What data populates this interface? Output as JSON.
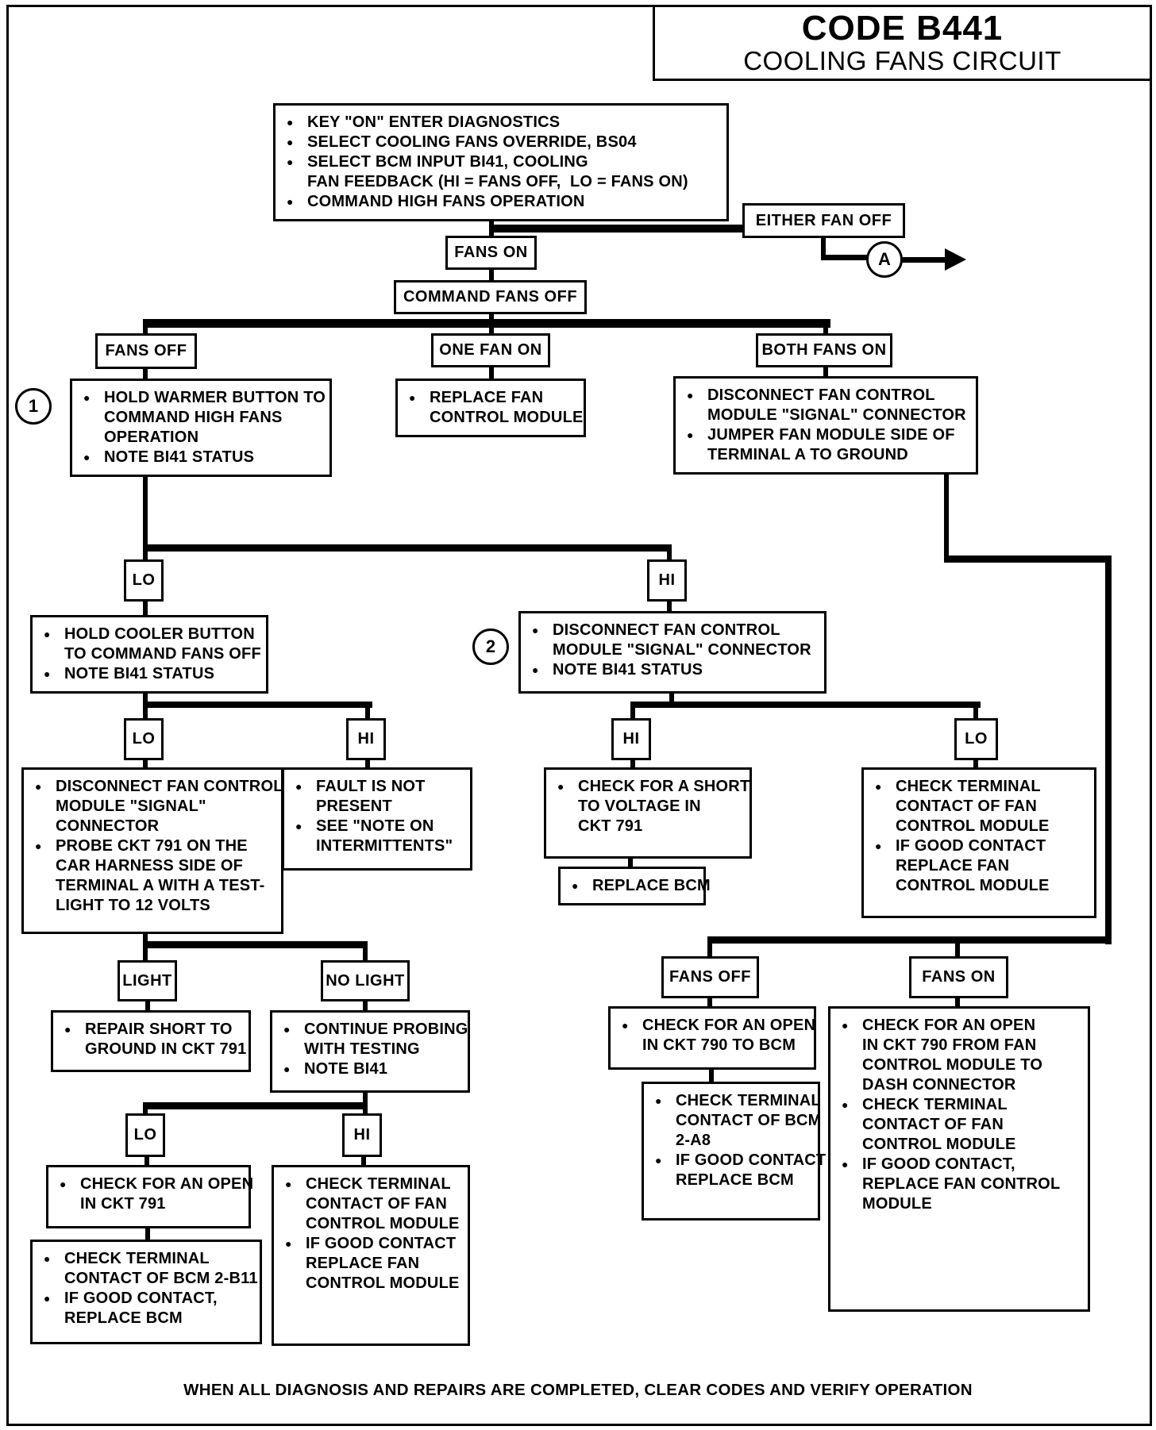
{
  "title": {
    "code": "CODE B441",
    "subtitle": "COOLING FANS CIRCUIT"
  },
  "footer": "WHEN ALL DIAGNOSIS AND REPAIRS ARE COMPLETED, CLEAR CODES AND VERIFY OPERATION",
  "markers": {
    "one": "1",
    "two": "2",
    "offpage_a": "A"
  },
  "nodes": {
    "start": {
      "bullets": [
        "KEY \"ON\" ENTER DIAGNOSTICS",
        "SELECT COOLING FANS OVERRIDE, BS04",
        "SELECT BCM INPUT BI41, COOLING\nFAN FEEDBACK (HI = FANS OFF,  LO = FANS ON)",
        "COMMAND HIGH FANS OPERATION"
      ]
    },
    "either_fan_off": {
      "label": "EITHER FAN OFF"
    },
    "fans_on_check": {
      "label": "FANS ON"
    },
    "command_fans_off": {
      "label": "COMMAND FANS OFF"
    },
    "fans_off_branch": {
      "label": "FANS OFF"
    },
    "one_fan_on_branch": {
      "label": "ONE FAN ON"
    },
    "both_fans_on_branch": {
      "label": "BOTH FANS ON"
    },
    "hold_warmer": {
      "bullets": [
        "HOLD WARMER BUTTON TO\nCOMMAND HIGH FANS\nOPERATION",
        "NOTE BI41 STATUS"
      ]
    },
    "replace_fan_module": {
      "bullets": [
        "REPLACE FAN\nCONTROL MODULE"
      ]
    },
    "disconnect_jumper": {
      "bullets": [
        "DISCONNECT FAN CONTROL\nMODULE \"SIGNAL\" CONNECTOR",
        "JUMPER FAN MODULE SIDE OF\nTERMINAL A TO GROUND"
      ]
    },
    "lo_1": {
      "label": "LO"
    },
    "hi_1": {
      "label": "HI"
    },
    "hold_cooler": {
      "bullets": [
        "HOLD COOLER BUTTON\nTO COMMAND FANS OFF",
        "NOTE BI41 STATUS"
      ]
    },
    "disconnect_note": {
      "bullets": [
        "DISCONNECT FAN CONTROL\nMODULE \"SIGNAL\" CONNECTOR",
        "NOTE BI41 STATUS"
      ]
    },
    "lo_2": {
      "label": "LO"
    },
    "hi_2": {
      "label": "HI"
    },
    "hi_3": {
      "label": "HI"
    },
    "lo_3": {
      "label": "LO"
    },
    "disconnect_probe": {
      "bullets": [
        "DISCONNECT FAN CONTROL\nMODULE \"SIGNAL\"\nCONNECTOR",
        "PROBE CKT 791 ON THE\nCAR HARNESS SIDE OF\nTERMINAL A WITH A TEST-\nLIGHT TO 12 VOLTS"
      ]
    },
    "fault_not_present": {
      "bullets": [
        "FAULT IS NOT\nPRESENT",
        "SEE \"NOTE ON\nINTERMITTENTS\""
      ]
    },
    "check_short_791": {
      "bullets": [
        "CHECK FOR A SHORT\nTO VOLTAGE IN\nCKT 791"
      ]
    },
    "replace_bcm": {
      "bullets": [
        "REPLACE BCM"
      ]
    },
    "check_fan_module_contact": {
      "bullets": [
        "CHECK TERMINAL\nCONTACT OF FAN\nCONTROL MODULE",
        "IF GOOD CONTACT\nREPLACE FAN\nCONTROL MODULE"
      ]
    },
    "light": {
      "label": "LIGHT"
    },
    "no_light": {
      "label": "NO LIGHT"
    },
    "repair_short_791": {
      "bullets": [
        "REPAIR SHORT TO\nGROUND IN CKT 791"
      ]
    },
    "continue_probing": {
      "bullets": [
        "CONTINUE PROBING\nWITH TESTING",
        "NOTE BI41"
      ]
    },
    "lo_4": {
      "label": "LO"
    },
    "hi_4": {
      "label": "HI"
    },
    "check_open_791": {
      "bullets": [
        "CHECK FOR AN OPEN\nIN CKT 791"
      ]
    },
    "check_bcm_2b11": {
      "bullets": [
        "CHECK TERMINAL\nCONTACT OF BCM 2-B11",
        "IF GOOD CONTACT,\nREPLACE BCM"
      ]
    },
    "check_fan_module_contact_2": {
      "bullets": [
        "CHECK TERMINAL\nCONTACT OF FAN\nCONTROL MODULE",
        "IF GOOD CONTACT\nREPLACE FAN\nCONTROL MODULE"
      ]
    },
    "fans_off_2": {
      "label": "FANS OFF"
    },
    "fans_on_2": {
      "label": "FANS ON"
    },
    "check_open_790_bcm": {
      "bullets": [
        "CHECK FOR AN OPEN\nIN CKT 790 TO BCM"
      ]
    },
    "check_bcm_2a8": {
      "bullets": [
        "CHECK TERMINAL\nCONTACT OF BCM\n2-A8",
        "IF GOOD CONTACT\nREPLACE BCM"
      ]
    },
    "check_open_790_dash": {
      "bullets": [
        "CHECK FOR AN OPEN\nIN CKT 790 FROM FAN\nCONTROL MODULE TO\nDASH CONNECTOR",
        "CHECK TERMINAL\nCONTACT OF FAN\nCONTROL MODULE",
        "IF GOOD CONTACT,\nREPLACE FAN CONTROL\nMODULE"
      ]
    }
  }
}
